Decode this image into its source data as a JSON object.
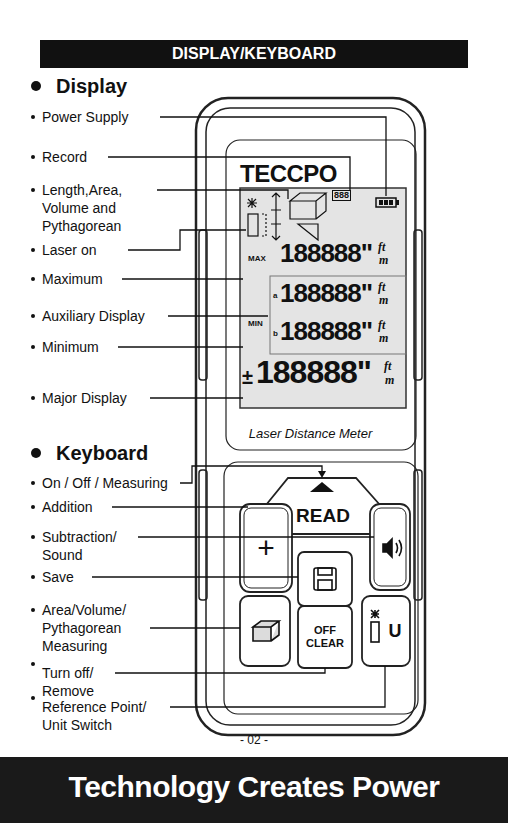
{
  "diagram": {
    "title": "DISPLAY/KEYBOARD",
    "nodes": [
      {
        "text": [
          "TECCPO",
          "Laser Distance Meter"
        ]
      },
      {
        "text": [
          "888",
          "MAX",
          "188888\"",
          "ft",
          "m",
          "a",
          "188888\"",
          "ft",
          "m",
          "MIN",
          "b",
          "188888\"",
          "ft",
          "m",
          "±",
          "188888\"",
          "ft",
          "m"
        ],
        "in": 0
      },
      {
        "text": [
          "READ"
        ],
        "in": 0
      },
      {
        "text": [
          "+"
        ],
        "in": 0
      },
      {
        "text": [
          "OFF CLEAR"
        ],
        "in": 0
      },
      {
        "text": [
          "U"
        ],
        "in": 0
      }
    ],
    "labels": [
      "Display",
      "Power Supply",
      "Record",
      "Length,Area, Volume and Pythagorean",
      "Laser on",
      "Maximum",
      "Auxiliary Display",
      "Minimum",
      "Major Display",
      "Keyboard",
      "On / Off / Measuring",
      "Addition",
      "Subtraction/ Sound",
      "Save",
      "Area/Volume/ Pythagorean Measuring",
      "Turn off/ Remove",
      "Reference Point/ Unit Switch",
      "- 02 -",
      "Technology Creates Power"
    ]
  }
}
